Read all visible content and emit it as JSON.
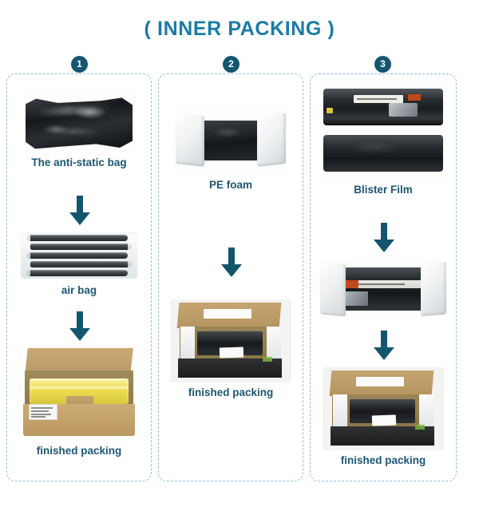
{
  "title": "( INNER PACKING )",
  "theme": {
    "title_color": "#1b7ba6",
    "badge_bg": "#145570",
    "badge_text": "#ffffff",
    "caption_color": "#1d5775",
    "panel_border": "#8fc0d6",
    "arrow_color": "#14556e",
    "background": "#ffffff"
  },
  "columns": [
    {
      "badge": "1",
      "steps": [
        {
          "caption": "The anti-static bag",
          "image": "black-anti-static-bag-photo"
        },
        {
          "caption": "air bag",
          "image": "stacked-air-bag-tubes-photo"
        },
        {
          "caption": "finished packing",
          "image": "open-carton-with-yellow-air-bags-photo"
        }
      ]
    },
    {
      "badge": "2",
      "steps": [
        {
          "caption": "PE foam",
          "image": "pe-foam-end-caps-photo"
        },
        {
          "caption": "finished packing",
          "image": "open-carton-with-black-wrapped-item-photo"
        }
      ]
    },
    {
      "badge": "3",
      "steps": [
        {
          "caption": "Blister Film",
          "image": "two-toner-cartridges-blister-film-photo"
        },
        {
          "caption": "",
          "image": "cartridge-between-foam-caps-photo"
        },
        {
          "caption": "finished packing",
          "image": "open-carton-with-cartridge-photo"
        }
      ]
    }
  ],
  "arrows": {
    "glyph": "down-arrow"
  }
}
